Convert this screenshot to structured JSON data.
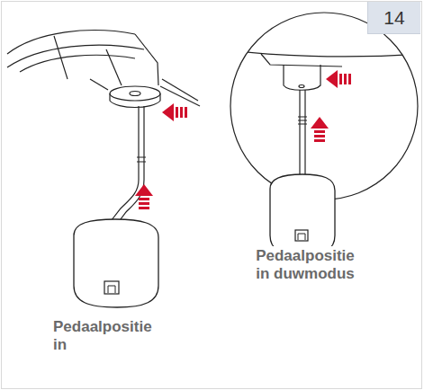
{
  "diagram": {
    "nodes": [
      {
        "text": [
          "14"
        ]
      }
    ],
    "labels": [
      "Pedaalpositie in duwmodus",
      "Pedaalpositie in"
    ]
  }
}
